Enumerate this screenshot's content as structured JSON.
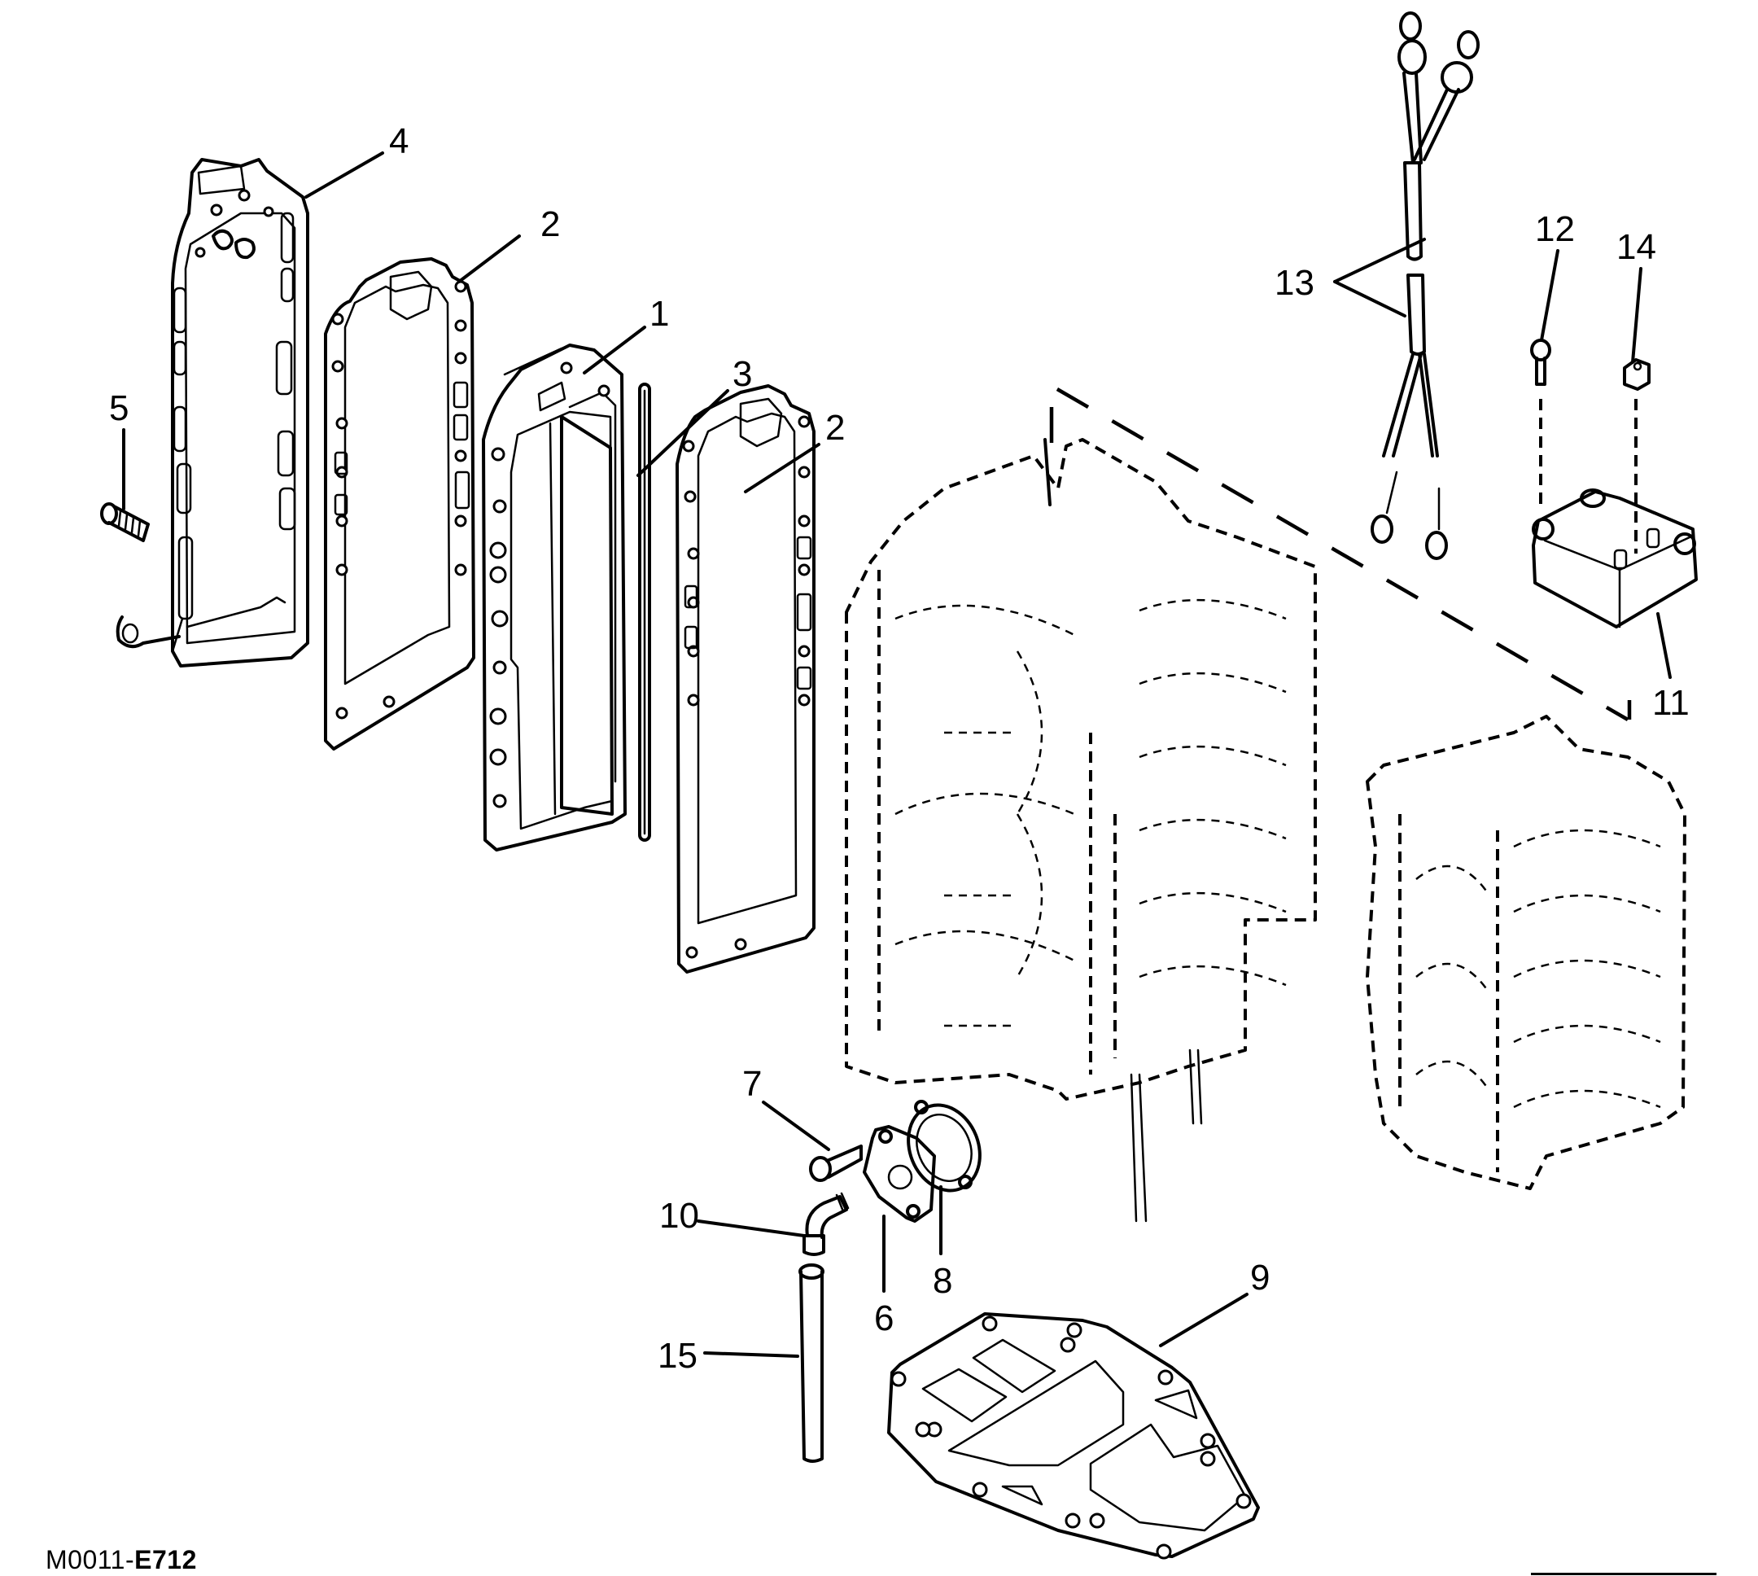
{
  "figure": {
    "id_prefix": "M0011-",
    "id_suffix": "E712",
    "description": "Exploded parts diagram: reed block, adaptor plate, gaskets, crankcase, fuel pump cover, switch box mounting"
  },
  "callouts": {
    "c1": {
      "number": "1",
      "part": "reed-block"
    },
    "c2a": {
      "number": "2",
      "part": "gasket-upper-left"
    },
    "c2b": {
      "number": "2",
      "part": "gasket-lower-right"
    },
    "c3": {
      "number": "3",
      "part": "reed-stop-rod"
    },
    "c4": {
      "number": "4",
      "part": "reed-block-housing"
    },
    "c5": {
      "number": "5",
      "part": "screw"
    },
    "c6": {
      "number": "6",
      "part": "cover-plate"
    },
    "c7": {
      "number": "7",
      "part": "screw"
    },
    "c8": {
      "number": "8",
      "part": "gasket"
    },
    "c9": {
      "number": "9",
      "part": "base-gasket"
    },
    "c10": {
      "number": "10",
      "part": "elbow-fitting"
    },
    "c11": {
      "number": "11",
      "part": "module-box"
    },
    "c12": {
      "number": "12",
      "part": "screw"
    },
    "c13": {
      "number": "13",
      "part": "wire-harness"
    },
    "c14": {
      "number": "14",
      "part": "nut"
    },
    "c15": {
      "number": "15",
      "part": "hose"
    }
  }
}
